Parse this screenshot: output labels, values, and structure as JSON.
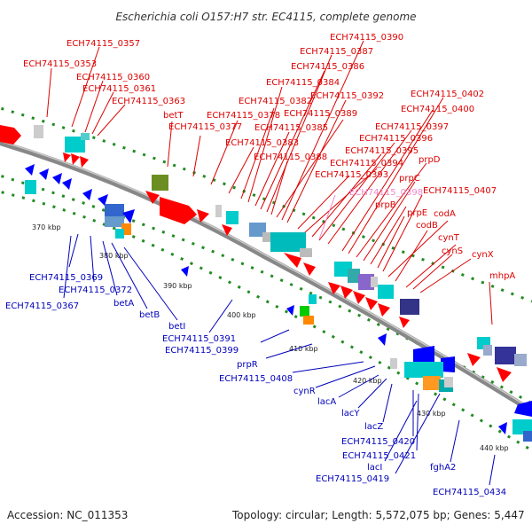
{
  "title": "Escherichia coli O157:H7 str. EC4115, complete genome",
  "footer": {
    "accession": "Accession: NC_011353",
    "summary": "Topology: circular; Length: 5,572,075 bp; Genes: 5,447"
  },
  "colors": {
    "forward_label": "#dd0000",
    "reverse_label": "#0000bb",
    "highlight_label": "#ee88cc",
    "forward_arrow": "#ff0000",
    "reverse_arrow": "#0000ff",
    "backbone": "#808080",
    "tick": "#228b22"
  },
  "kbp_ticks": [
    "370 kbp",
    "380 kbp",
    "390 kbp",
    "400 kbp",
    "410 kbp",
    "420 kbp",
    "430 kbp",
    "440 kbp"
  ],
  "forward_labels": [
    {
      "id": "f0357",
      "text": "ECH74115_0357"
    },
    {
      "id": "f0353",
      "text": "ECH74115_0353"
    },
    {
      "id": "f0360",
      "text": "ECH74115_0360"
    },
    {
      "id": "f0361",
      "text": "ECH74115_0361"
    },
    {
      "id": "f0363",
      "text": "ECH74115_0363"
    },
    {
      "id": "fbetT",
      "text": "betT"
    },
    {
      "id": "f0377",
      "text": "ECH74115_0377"
    },
    {
      "id": "f0378",
      "text": "ECH74115_0378"
    },
    {
      "id": "f0383",
      "text": "ECH74115_0383"
    },
    {
      "id": "f0382",
      "text": "ECH74115_0382"
    },
    {
      "id": "f0384",
      "text": "ECH74115_0384"
    },
    {
      "id": "f0385",
      "text": "ECH74115_0385"
    },
    {
      "id": "f0386",
      "text": "ECH74115_0386"
    },
    {
      "id": "f0387",
      "text": "ECH74115_0387"
    },
    {
      "id": "f0388",
      "text": "ECH74115_0388"
    },
    {
      "id": "f0389",
      "text": "ECH74115_0389"
    },
    {
      "id": "f0390",
      "text": "ECH74115_0390"
    },
    {
      "id": "f0392",
      "text": "ECH74115_0392"
    },
    {
      "id": "f0393",
      "text": "ECH74115_0393"
    },
    {
      "id": "f0394",
      "text": "ECH74115_0394"
    },
    {
      "id": "f0395",
      "text": "ECH74115_0395"
    },
    {
      "id": "f0396",
      "text": "ECH74115_0396"
    },
    {
      "id": "f0397",
      "text": "ECH74115_0397"
    },
    {
      "id": "f0398",
      "text": "ECH74115_0398"
    },
    {
      "id": "f0400",
      "text": "ECH74115_0400"
    },
    {
      "id": "f0402",
      "text": "ECH74115_0402"
    },
    {
      "id": "fprpD",
      "text": "prpD"
    },
    {
      "id": "fprpC",
      "text": "prpC"
    },
    {
      "id": "fprpB",
      "text": "prpB"
    },
    {
      "id": "fprpE",
      "text": "prpE"
    },
    {
      "id": "f0407",
      "text": "ECH74115_0407"
    },
    {
      "id": "fcodA",
      "text": "codA"
    },
    {
      "id": "fcodB",
      "text": "codB"
    },
    {
      "id": "fcynT",
      "text": "cynT"
    },
    {
      "id": "fcynS",
      "text": "cynS"
    },
    {
      "id": "fcynX",
      "text": "cynX"
    },
    {
      "id": "fmhpA",
      "text": "mhpA"
    }
  ],
  "reverse_labels": [
    {
      "id": "r0369",
      "text": "ECH74115_0369"
    },
    {
      "id": "r0372",
      "text": "ECH74115_0372"
    },
    {
      "id": "r0367",
      "text": "ECH74115_0367"
    },
    {
      "id": "rbetA",
      "text": "betA"
    },
    {
      "id": "rbetB",
      "text": "betB"
    },
    {
      "id": "rbetI",
      "text": "betI"
    },
    {
      "id": "r0391",
      "text": "ECH74115_0391"
    },
    {
      "id": "r0399",
      "text": "ECH74115_0399"
    },
    {
      "id": "rprpR",
      "text": "prpR"
    },
    {
      "id": "r0408",
      "text": "ECH74115_0408"
    },
    {
      "id": "rcynR",
      "text": "cynR"
    },
    {
      "id": "rlacA",
      "text": "lacA"
    },
    {
      "id": "rlacY",
      "text": "lacY"
    },
    {
      "id": "rlacZ",
      "text": "lacZ"
    },
    {
      "id": "r0420",
      "text": "ECH74115_0420"
    },
    {
      "id": "r0421",
      "text": "ECH74115_0421"
    },
    {
      "id": "rlacI",
      "text": "lacI"
    },
    {
      "id": "r0419",
      "text": "ECH74115_0419"
    },
    {
      "id": "rfghA2",
      "text": "fghA2"
    },
    {
      "id": "r0434",
      "text": "ECH74115_0434"
    }
  ]
}
